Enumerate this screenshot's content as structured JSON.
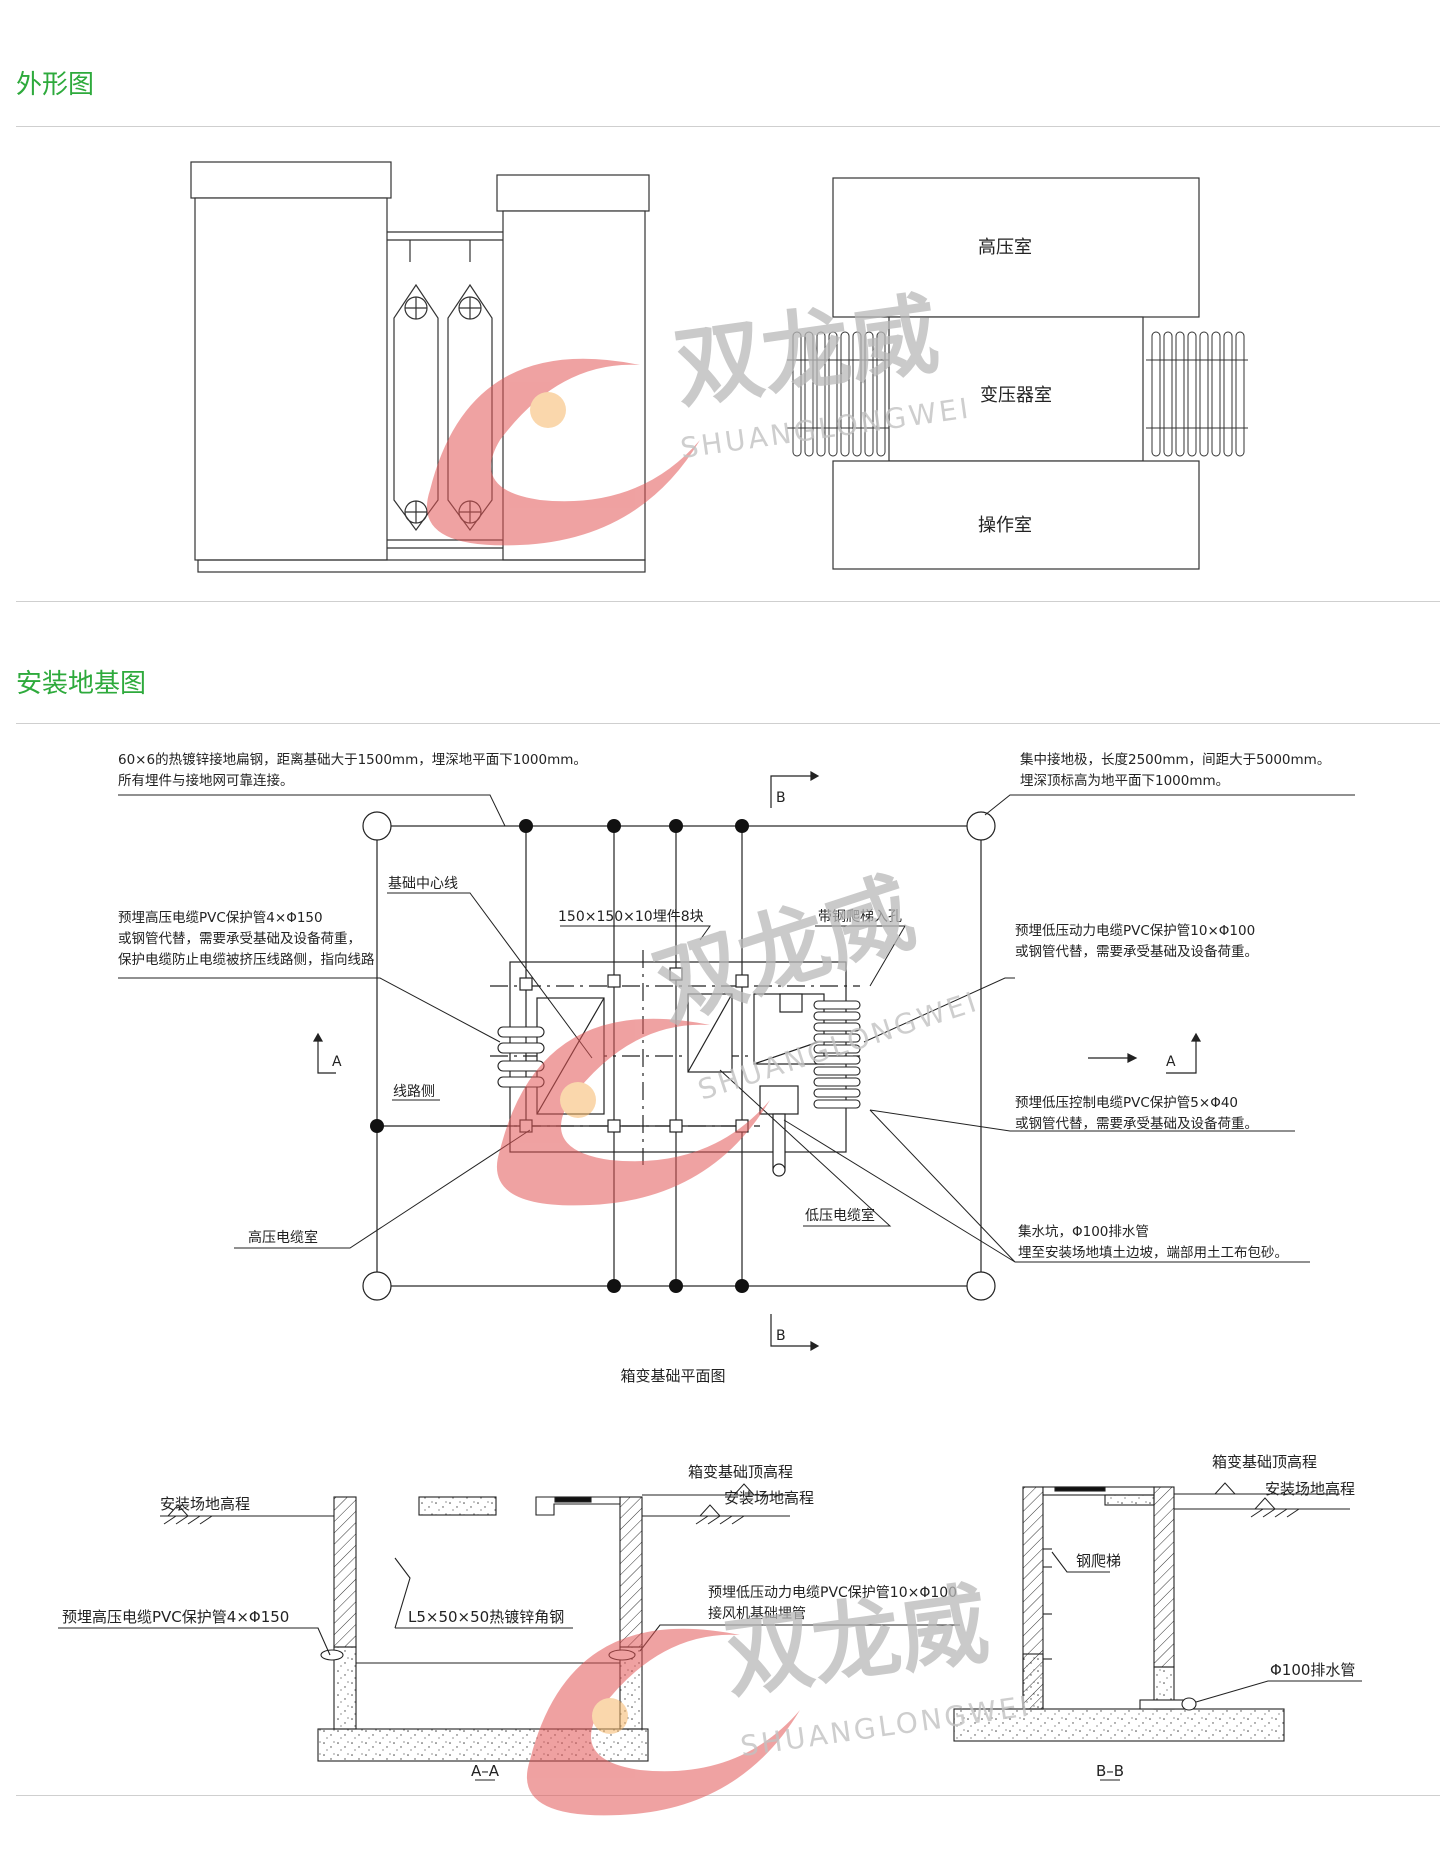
{
  "sections": {
    "exterior_title": "外形图",
    "foundation_title": "安装地基图"
  },
  "watermark": {
    "cn": "双龙威",
    "en": "SHUANGLONGWEI"
  },
  "exterior": {
    "room_high": "高压室",
    "room_transformer": "变压器室",
    "room_operation": "操作室"
  },
  "plan": {
    "note_top_left_1": "60×6的热镀锌接地扁钢，距离基础大于1500mm，埋深地平面下1000mm。",
    "note_top_left_2": "所有埋件与接地网可靠连接。",
    "note_top_right_1": "集中接地极，长度2500mm，间距大于5000mm。",
    "note_top_right_2": "埋深顶标高为地平面下1000mm。",
    "label_center_line": "基础中心线",
    "label_embed": "150×150×10埋件8块",
    "label_ladder_hole": "带钢爬梯入孔",
    "note_hv_pipe_1": "预埋高压电缆PVC保护管4×Φ150",
    "note_hv_pipe_2": "或钢管代替，需要承受基础及设备荷重，",
    "note_hv_pipe_3": "保护电缆防止电缆被挤压线路侧，指向线路",
    "note_lv_power_1": "预埋低压动力电缆PVC保护管10×Φ100",
    "note_lv_power_2": "或钢管代替，需要承受基础及设备荷重。",
    "note_lv_ctrl_1": "预埋低压控制电缆PVC保护管5×Φ40",
    "note_lv_ctrl_2": "或钢管代替，需要承受基础及设备荷重。",
    "label_line_side": "线路侧",
    "label_hv_cable_room": "高压电缆室",
    "label_lv_cable_room": "低压电缆室",
    "note_sump_1": "集水坑，Φ100排水管",
    "note_sump_2": "埋至安装场地填土边坡，端部用土工布包砂。",
    "mark_a": "A",
    "mark_b": "B",
    "caption": "箱变基础平面图"
  },
  "section_aa": {
    "label_site_elev_left": "安装场地高程",
    "label_found_top": "箱变基础顶高程",
    "label_site_elev_right": "安装场地高程",
    "label_hv_pipe": "预埋高压电缆PVC保护管4×Φ150",
    "label_angle": "L5×50×50热镀锌角钢",
    "label_lv_pipe": "预埋低压动力电缆PVC保护管10×Φ100",
    "label_fan": "接风机基础埋管",
    "caption": "A–A"
  },
  "section_bb": {
    "label_found_top": "箱变基础顶高程",
    "label_site_elev": "安装场地高程",
    "label_ladder": "钢爬梯",
    "label_drain": "Φ100排水管",
    "caption": "B–B"
  }
}
